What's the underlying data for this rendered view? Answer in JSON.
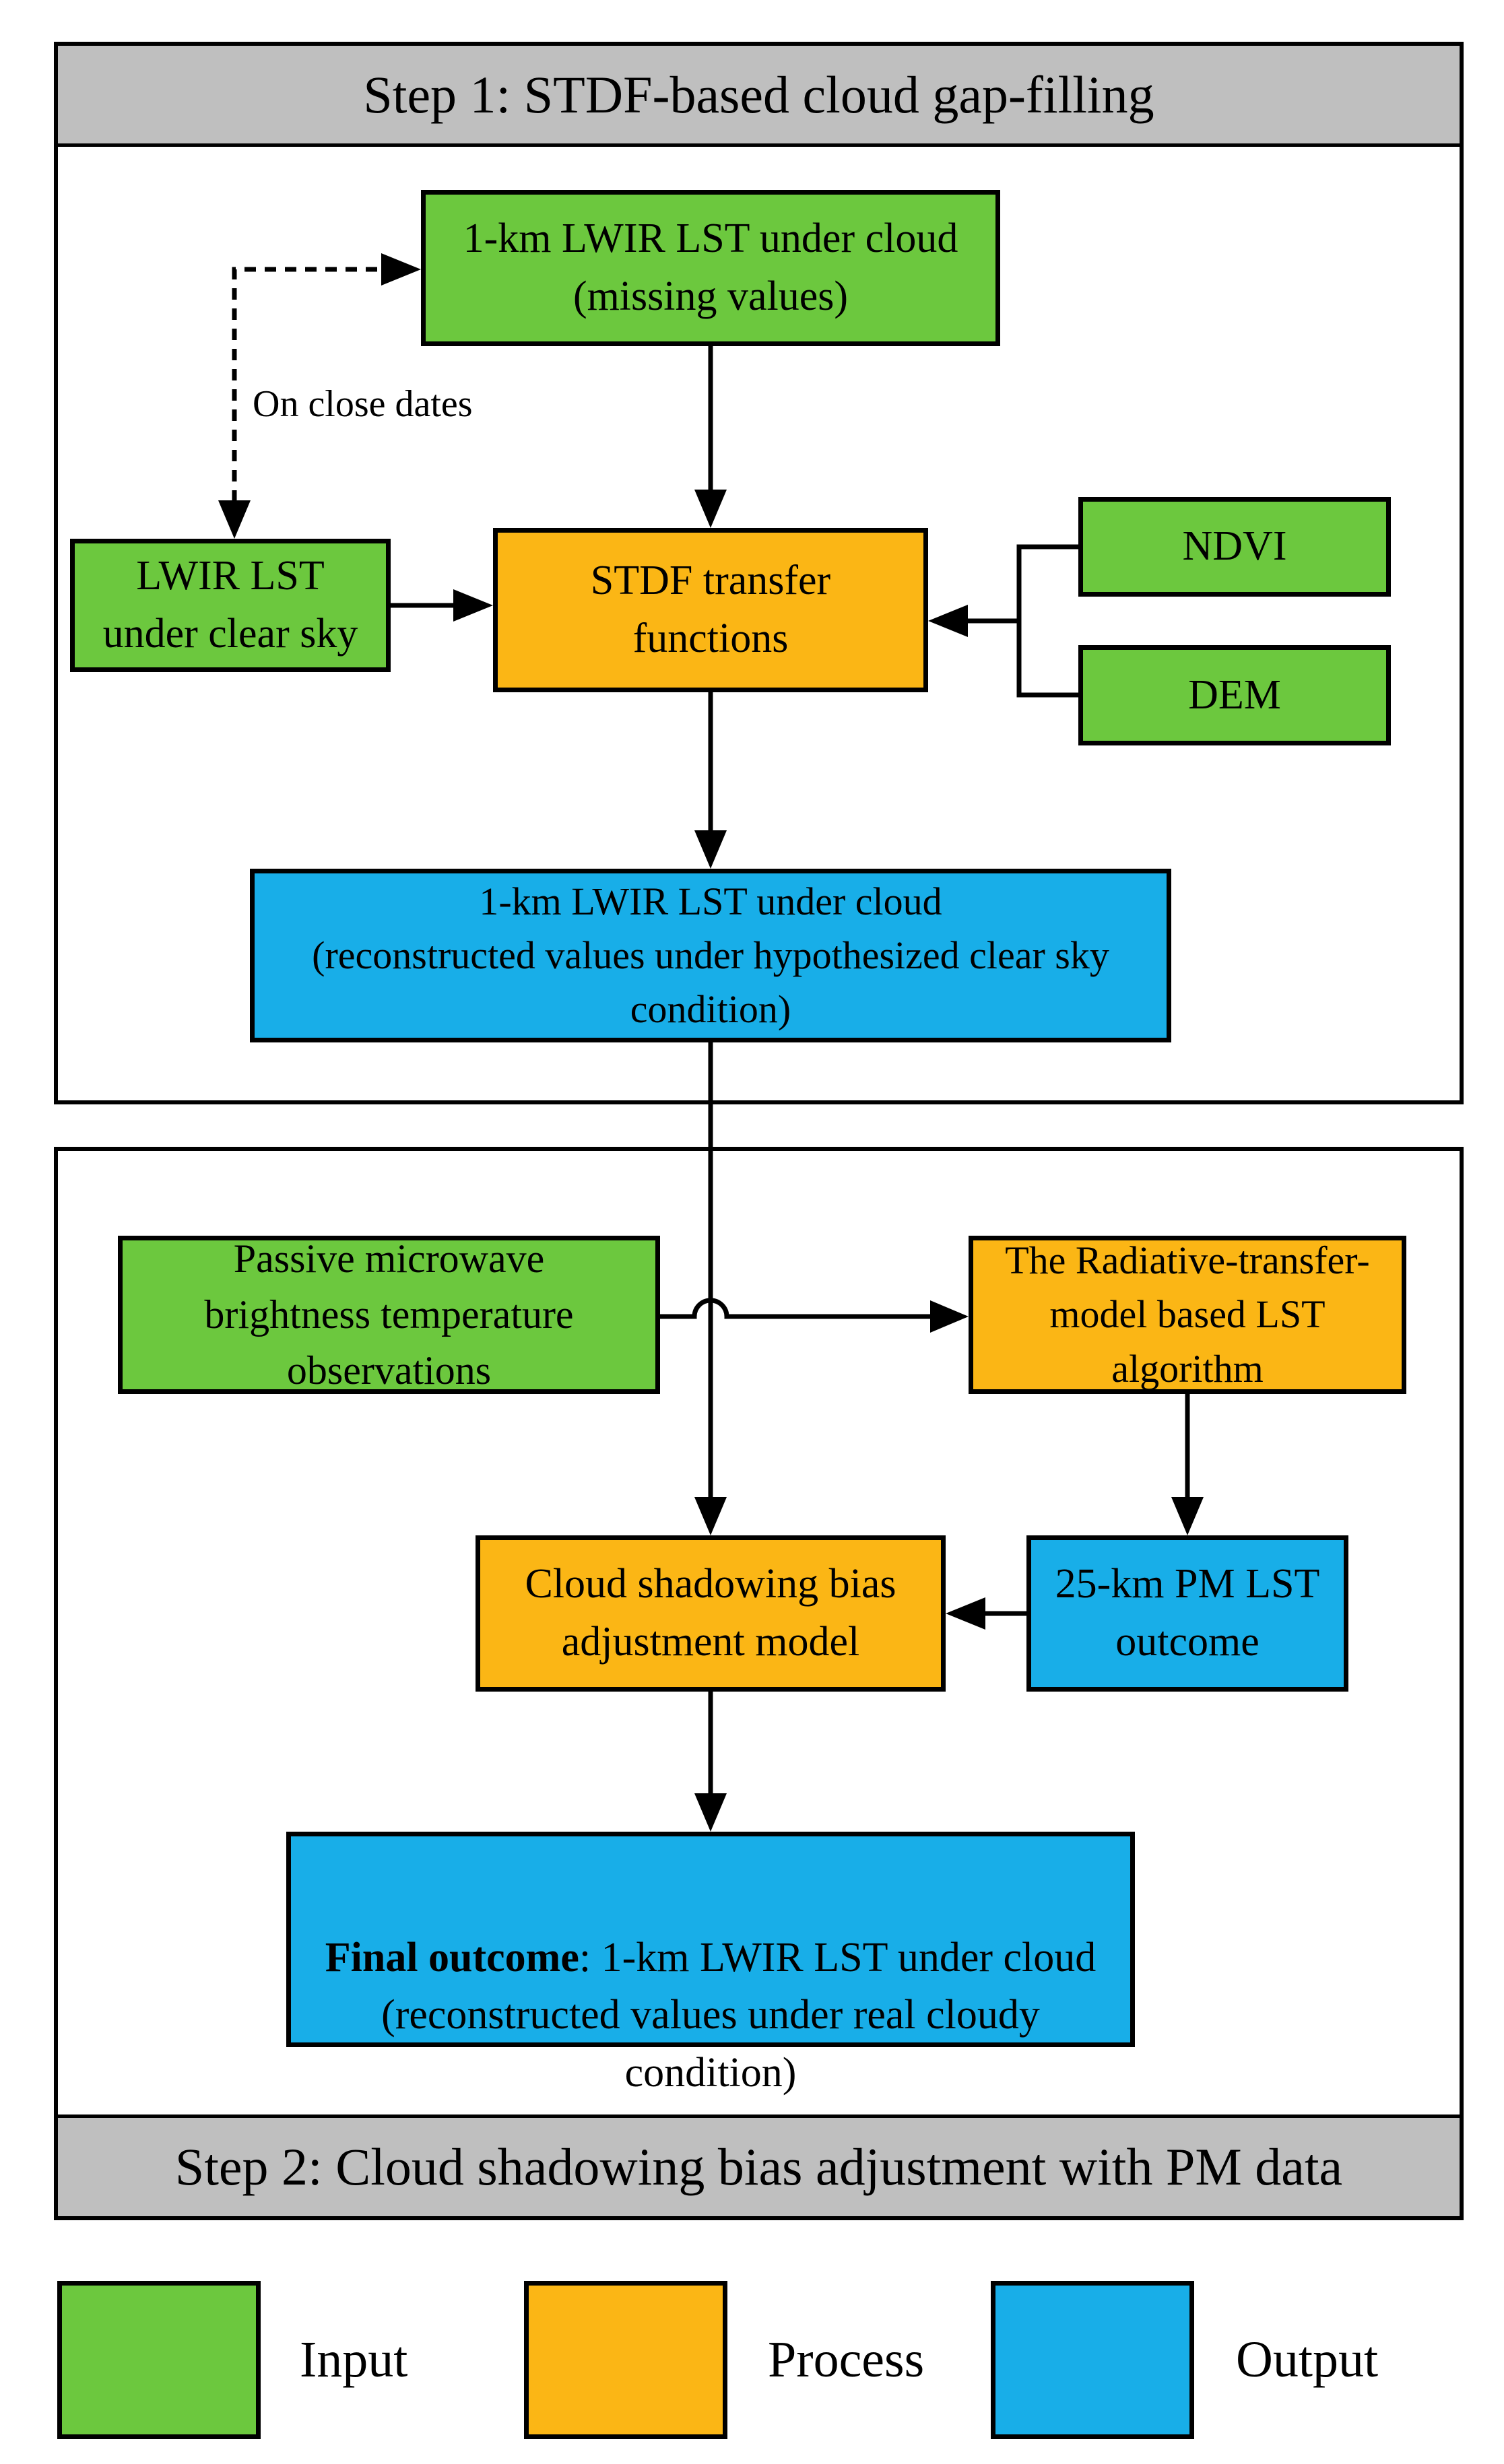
{
  "colors": {
    "input_green": "#6CC83E",
    "process_orange": "#FBB615",
    "output_blue": "#18AEE8",
    "header_gray": "#BFBFBF",
    "line_black": "#000000"
  },
  "step1": {
    "title": "Step 1: STDF-based cloud gap-filling",
    "cloud_missing": "1-km LWIR LST under cloud\n(missing values)",
    "close_dates_label": "On close dates",
    "clear_sky": "LWIR LST\nunder clear sky",
    "stdf": "STDF transfer\nfunctions",
    "ndvi": "NDVI",
    "dem": "DEM",
    "reconstructed": "1-km LWIR LST under cloud\n(reconstructed values under hypothesized clear sky\ncondition)"
  },
  "step2": {
    "title": "Step 2: Cloud shadowing bias adjustment with PM data",
    "pm_obs": "Passive microwave\nbrightness temperature\nobservations",
    "rtm": "The Radiative-transfer-\nmodel based LST\nalgorithm",
    "bias_model": "Cloud shadowing bias\nadjustment model",
    "pm_lst": "25-km PM LST\noutcome",
    "final_bold": "Final outcome",
    "final_rest": ": 1-km LWIR LST under cloud\n(reconstructed values under real cloudy\ncondition)"
  },
  "legend": {
    "input": "Input",
    "process": "Process",
    "output": "Output"
  }
}
